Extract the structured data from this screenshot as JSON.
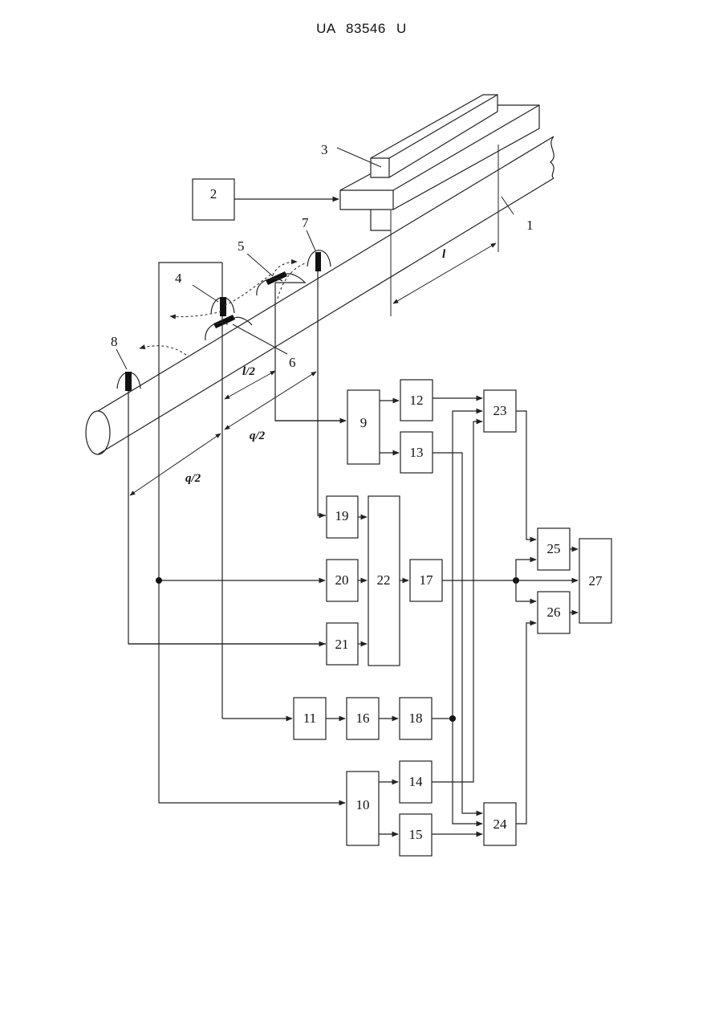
{
  "header": {
    "doc_id": "UA   83546   U"
  },
  "diagram": {
    "part_labels": {
      "p1": "1",
      "p2": "2",
      "p3": "3",
      "p4": "4",
      "p5": "5",
      "p6": "6",
      "p7": "7",
      "p8": "8"
    },
    "dimensions": {
      "l": "l",
      "l_half": "l/2",
      "q_half_upper": "q/2",
      "q_half_lower": "q/2"
    },
    "blocks": {
      "b9": "9",
      "b10": "10",
      "b11": "11",
      "b12": "12",
      "b13": "13",
      "b14": "14",
      "b15": "15",
      "b16": "16",
      "b17": "17",
      "b18": "18",
      "b19": "19",
      "b20": "20",
      "b21": "21",
      "b22": "22",
      "b23": "23",
      "b24": "24",
      "b25": "25",
      "b26": "26",
      "b27": "27"
    }
  }
}
